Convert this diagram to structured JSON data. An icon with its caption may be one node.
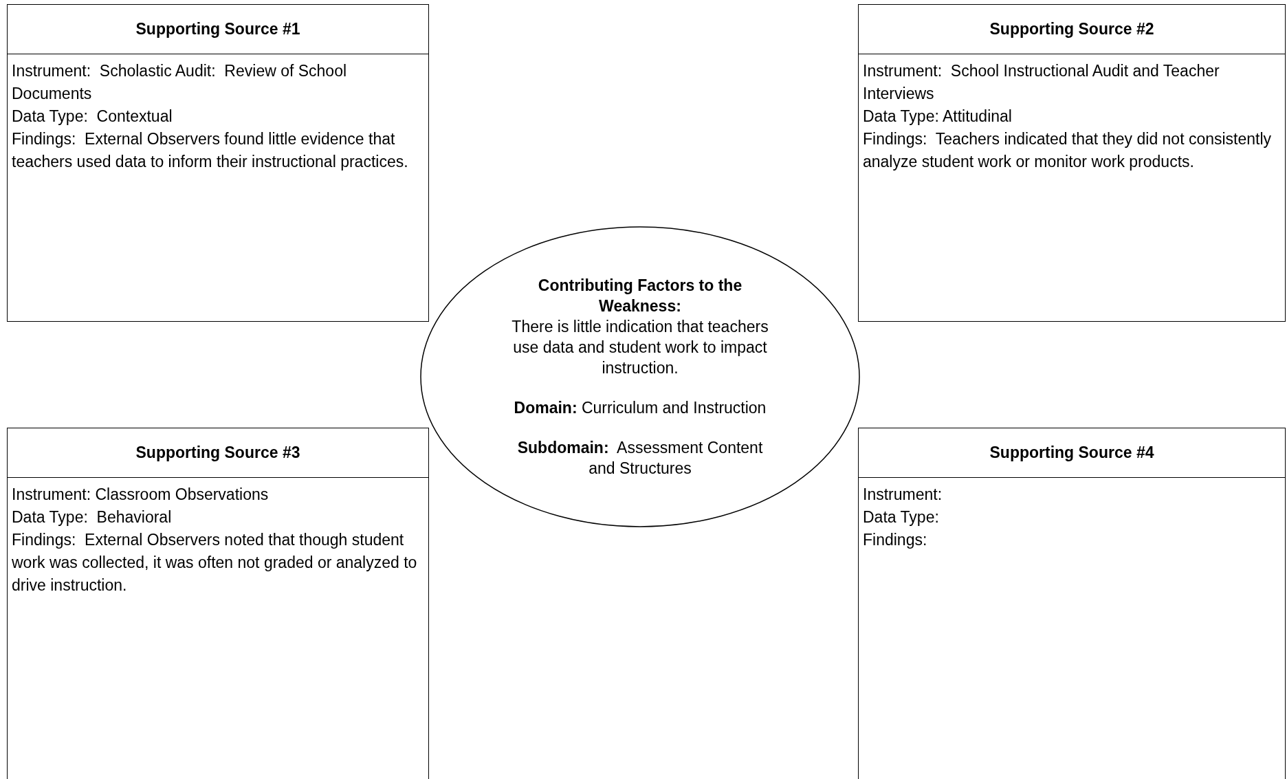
{
  "diagram": {
    "nodes": [
      {
        "text": [
          "Supporting Source #1",
          "Instrument:  Scholastic Audit:  Review of School Documents",
          "Data Type:  Contextual",
          "Findings:  External Observers found little evidence that teachers used data to inform their instructional practices."
        ]
      },
      {
        "text": [
          "Supporting Source #2",
          "Instrument:  School Instructional Audit and Teacher Interviews",
          "Data Type: Attitudinal",
          "Findings:  Teachers indicated that they did not consistently analyze student work or monitor work products."
        ]
      },
      {
        "text": [
          "Contributing Factors to the Weakness:",
          "There is little indication that teachers use data and student work to impact instruction.",
          "**Domain:** Curriculum and Instruction",
          "**Subdomain:**  Assessment Content and Structures"
        ]
      },
      {
        "text": [
          "Supporting Source #3",
          "Instrument: Classroom Observations",
          "Data Type:  Behavioral",
          "Findings:  External Observers noted that though student work was collected, it was often not graded or analyzed to drive instruction."
        ]
      },
      {
        "text": [
          "Supporting Source #4",
          "Instrument:",
          "Data Type:",
          "Findings:"
        ]
      }
    ]
  }
}
